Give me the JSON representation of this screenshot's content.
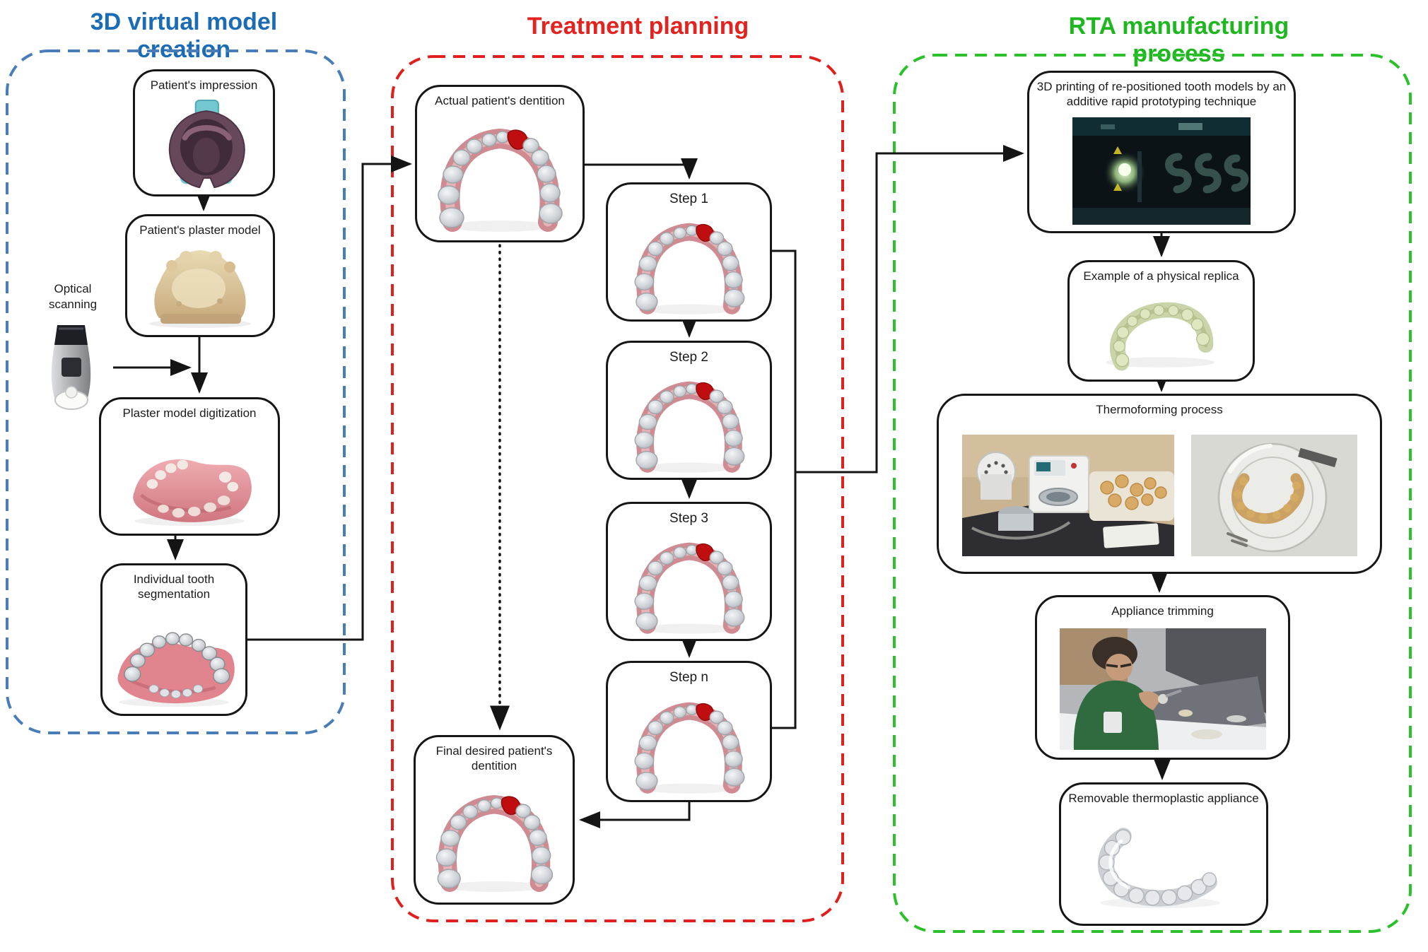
{
  "sections": [
    {
      "id": "virtual-model",
      "title": "3D virtual model creation",
      "title_color": "#1b6cb5",
      "border_color": "#4a7db8"
    },
    {
      "id": "treatment-planning",
      "title": "Treatment planning",
      "title_color": "#e2231f",
      "border_color": "#e01f1f"
    },
    {
      "id": "rta-manufacturing",
      "title": "RTA manufacturing process",
      "title_color": "#1fb71f",
      "border_color": "#2bc12b"
    }
  ],
  "nodes": {
    "impression": {
      "label": "Patient's impression",
      "image": "dental-impression-photo"
    },
    "plaster": {
      "label": "Patient's plaster model",
      "image": "plaster-model-photo"
    },
    "digitization": {
      "label": "Plaster model digitization",
      "image": "digitized-model-photo"
    },
    "segmentation": {
      "label": "Individual tooth segmentation",
      "image": "segmented-teeth-photo"
    },
    "actual": {
      "label": "Actual patient's dentition",
      "image": "dentition-3d-render"
    },
    "step1": {
      "label": "Step 1",
      "image": "dentition-3d-render"
    },
    "step2": {
      "label": "Step 2",
      "image": "dentition-3d-render"
    },
    "step3": {
      "label": "Step 3",
      "image": "dentition-3d-render"
    },
    "stepn": {
      "label": "Step n",
      "image": "dentition-3d-render"
    },
    "final": {
      "label": "Final desired patient's dentition",
      "image": "dentition-3d-render"
    },
    "printing": {
      "label": "3D printing of re-positioned tooth models by an additive rapid prototyping technique",
      "image": "3d-printer-photo"
    },
    "replica": {
      "label": "Example of a physical replica",
      "image": "physical-replica-photo"
    },
    "thermoforming": {
      "label": "Thermoforming process",
      "images": [
        "thermoforming-machine-photo",
        "thermoformed-disc-photo"
      ]
    },
    "trimming": {
      "label": "Appliance trimming",
      "image": "appliance-trimming-photo"
    },
    "removable": {
      "label": "Removable thermoplastic appliance",
      "image": "thermoplastic-appliance-photo"
    }
  },
  "annotations": {
    "optical_scanning": "Optical scanning"
  },
  "edges": [
    {
      "from": "impression",
      "to": "plaster",
      "style": "solid"
    },
    {
      "from": "optical-scanning",
      "to": "plaster-to-digitization-arrow",
      "style": "solid"
    },
    {
      "from": "plaster",
      "to": "digitization",
      "style": "solid"
    },
    {
      "from": "digitization",
      "to": "segmentation",
      "style": "solid"
    },
    {
      "from": "segmentation",
      "to": "actual",
      "style": "solid"
    },
    {
      "from": "actual",
      "to": "step1",
      "style": "solid"
    },
    {
      "from": "step1",
      "to": "step2",
      "style": "solid"
    },
    {
      "from": "step2",
      "to": "step3",
      "style": "solid"
    },
    {
      "from": "step3",
      "to": "stepn",
      "style": "solid"
    },
    {
      "from": "stepn",
      "to": "final",
      "style": "solid"
    },
    {
      "from": "actual",
      "to": "final",
      "style": "dotted"
    },
    {
      "from": "step1",
      "to": "steps-collector",
      "style": "solid"
    },
    {
      "from": "stepn",
      "to": "steps-collector",
      "style": "solid"
    },
    {
      "from": "steps-collector",
      "to": "printing",
      "style": "solid"
    },
    {
      "from": "printing",
      "to": "replica",
      "style": "solid"
    },
    {
      "from": "replica",
      "to": "thermoforming",
      "style": "solid"
    },
    {
      "from": "thermoforming",
      "to": "trimming",
      "style": "solid"
    },
    {
      "from": "trimming",
      "to": "removable",
      "style": "solid"
    }
  ]
}
